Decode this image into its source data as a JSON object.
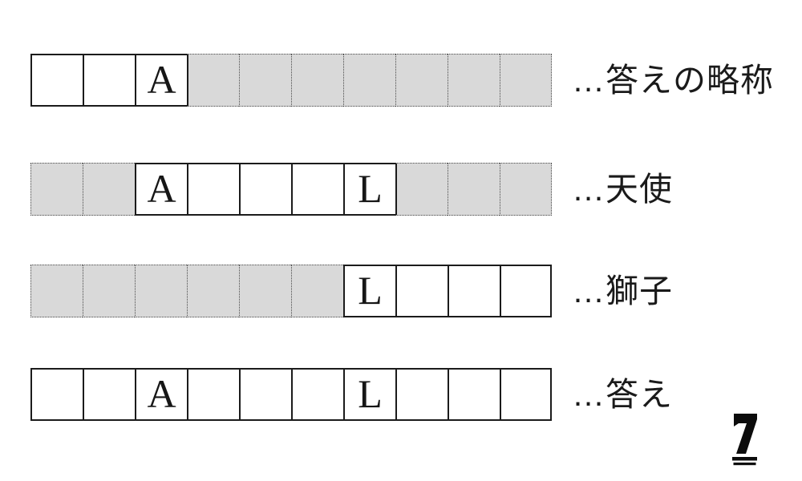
{
  "diagram": {
    "rows": [
      {
        "label": "…答えの略称",
        "cells": [
          {
            "state": "active",
            "letter": ""
          },
          {
            "state": "active",
            "letter": ""
          },
          {
            "state": "active",
            "letter": "A"
          },
          {
            "state": "inactive",
            "letter": ""
          },
          {
            "state": "inactive",
            "letter": ""
          },
          {
            "state": "inactive",
            "letter": ""
          },
          {
            "state": "inactive",
            "letter": ""
          },
          {
            "state": "inactive",
            "letter": ""
          },
          {
            "state": "inactive",
            "letter": ""
          },
          {
            "state": "inactive",
            "letter": ""
          }
        ]
      },
      {
        "label": "…天使",
        "cells": [
          {
            "state": "inactive",
            "letter": ""
          },
          {
            "state": "inactive",
            "letter": ""
          },
          {
            "state": "active",
            "letter": "A"
          },
          {
            "state": "active",
            "letter": ""
          },
          {
            "state": "active",
            "letter": ""
          },
          {
            "state": "active",
            "letter": ""
          },
          {
            "state": "active",
            "letter": "L"
          },
          {
            "state": "inactive",
            "letter": ""
          },
          {
            "state": "inactive",
            "letter": ""
          },
          {
            "state": "inactive",
            "letter": ""
          }
        ]
      },
      {
        "label": "…獅子",
        "cells": [
          {
            "state": "inactive",
            "letter": ""
          },
          {
            "state": "inactive",
            "letter": ""
          },
          {
            "state": "inactive",
            "letter": ""
          },
          {
            "state": "inactive",
            "letter": ""
          },
          {
            "state": "inactive",
            "letter": ""
          },
          {
            "state": "inactive",
            "letter": ""
          },
          {
            "state": "active",
            "letter": "L"
          },
          {
            "state": "active",
            "letter": ""
          },
          {
            "state": "active",
            "letter": ""
          },
          {
            "state": "active",
            "letter": ""
          }
        ]
      },
      {
        "label": "…答え",
        "cells": [
          {
            "state": "active",
            "letter": ""
          },
          {
            "state": "active",
            "letter": ""
          },
          {
            "state": "active",
            "letter": "A"
          },
          {
            "state": "active",
            "letter": ""
          },
          {
            "state": "active",
            "letter": ""
          },
          {
            "state": "active",
            "letter": ""
          },
          {
            "state": "active",
            "letter": "L"
          },
          {
            "state": "active",
            "letter": ""
          },
          {
            "state": "active",
            "letter": ""
          },
          {
            "state": "active",
            "letter": ""
          }
        ]
      }
    ],
    "grid": {
      "columns": 10
    },
    "page_mark": "7",
    "colors": {
      "inactive_fill": "#d9d9d9",
      "active_fill": "#ffffff",
      "solid_border": "#1b1b1b",
      "dotted_border": "#4a4a4a",
      "text": "#1a1a1a",
      "mark": "#0c0c0c"
    }
  }
}
